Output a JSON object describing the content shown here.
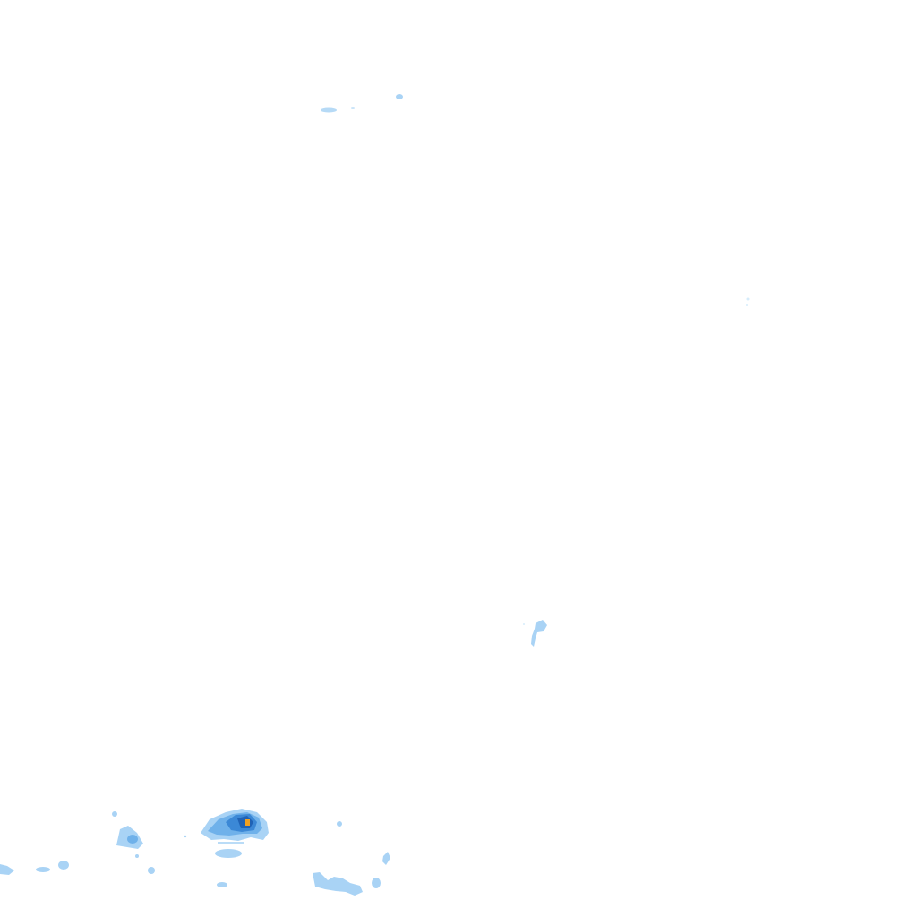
{
  "map": {
    "layer": "precipitation-radar",
    "background_color": "#ffffff",
    "intensity_colors": {
      "trace": "#d6ecfb",
      "light": "#a9d3f5",
      "moderate": "#6fb1ea",
      "heavy": "#3b88d6",
      "very_heavy": "#1f62b5",
      "extreme": "#f0a020"
    },
    "echoes": [
      {
        "id": "north-cluster",
        "intensity": "light"
      },
      {
        "id": "east-speck",
        "intensity": "trace"
      },
      {
        "id": "central-south-cell",
        "intensity": "light"
      },
      {
        "id": "main-storm-cell",
        "intensity": "very_heavy",
        "core_intensity": "extreme"
      },
      {
        "id": "west-cells",
        "intensity": "moderate"
      },
      {
        "id": "southeast-scatter",
        "intensity": "light"
      }
    ]
  }
}
